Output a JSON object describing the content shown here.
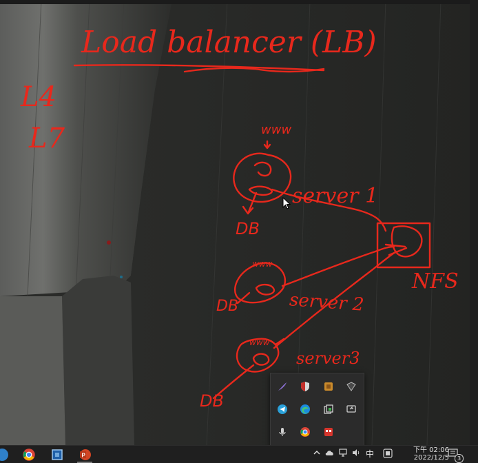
{
  "whiteboard": {
    "title": "Load balancer (LB)",
    "layer_labels": [
      "L4",
      "L7"
    ],
    "www_label": "www",
    "server_labels": [
      "server 1",
      "server 2",
      "server3"
    ],
    "db_label": "DB",
    "nfs_label": "NFS",
    "ink_color": "#e8281c"
  },
  "tray_popup": {
    "icons": [
      "feather-icon",
      "shield-icon",
      "package-icon",
      "vpn-shield-icon",
      "telegram-icon",
      "edge-icon",
      "copy-icon",
      "screen-share-icon",
      "microphone-icon",
      "chrome-icon",
      "app-red-icon"
    ]
  },
  "taskbar": {
    "apps": [
      "start-icon",
      "chrome-icon",
      "virtualbox-icon",
      "powerpoint-icon"
    ],
    "ime": "中",
    "time": "下午 02:06",
    "date": "2022/12/5",
    "notification_count": "3"
  }
}
